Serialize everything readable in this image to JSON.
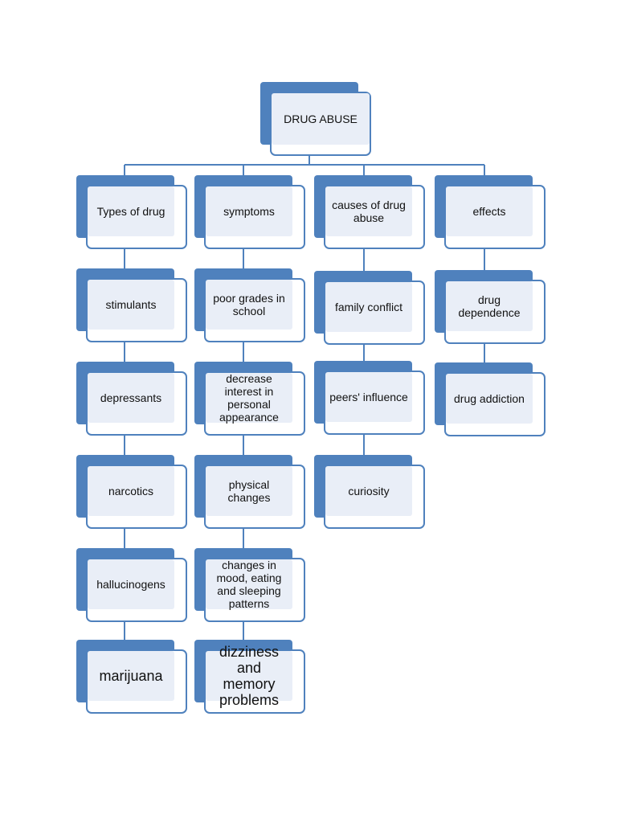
{
  "diagram": {
    "root": {
      "label": "DRUG ABUSE"
    },
    "columns": [
      {
        "heading": "Types of drug",
        "items": [
          "stimulants",
          "depressants",
          "narcotics",
          "hallucinogens",
          "marijuana"
        ]
      },
      {
        "heading": "symptoms",
        "items": [
          "poor grades in school",
          "decrease interest in personal appearance",
          "physical changes",
          "changes in mood, eating and sleeping patterns",
          "dizziness and memory problems"
        ]
      },
      {
        "heading": "causes of drug abuse",
        "items": [
          "family conflict",
          "peers' influence",
          "curiosity"
        ]
      },
      {
        "heading": "effects",
        "items": [
          "drug dependence",
          "drug addiction"
        ]
      }
    ]
  },
  "colors": {
    "shape_fill": "#4f81bd",
    "card_face": "#e9eef7",
    "text": "#111111"
  }
}
